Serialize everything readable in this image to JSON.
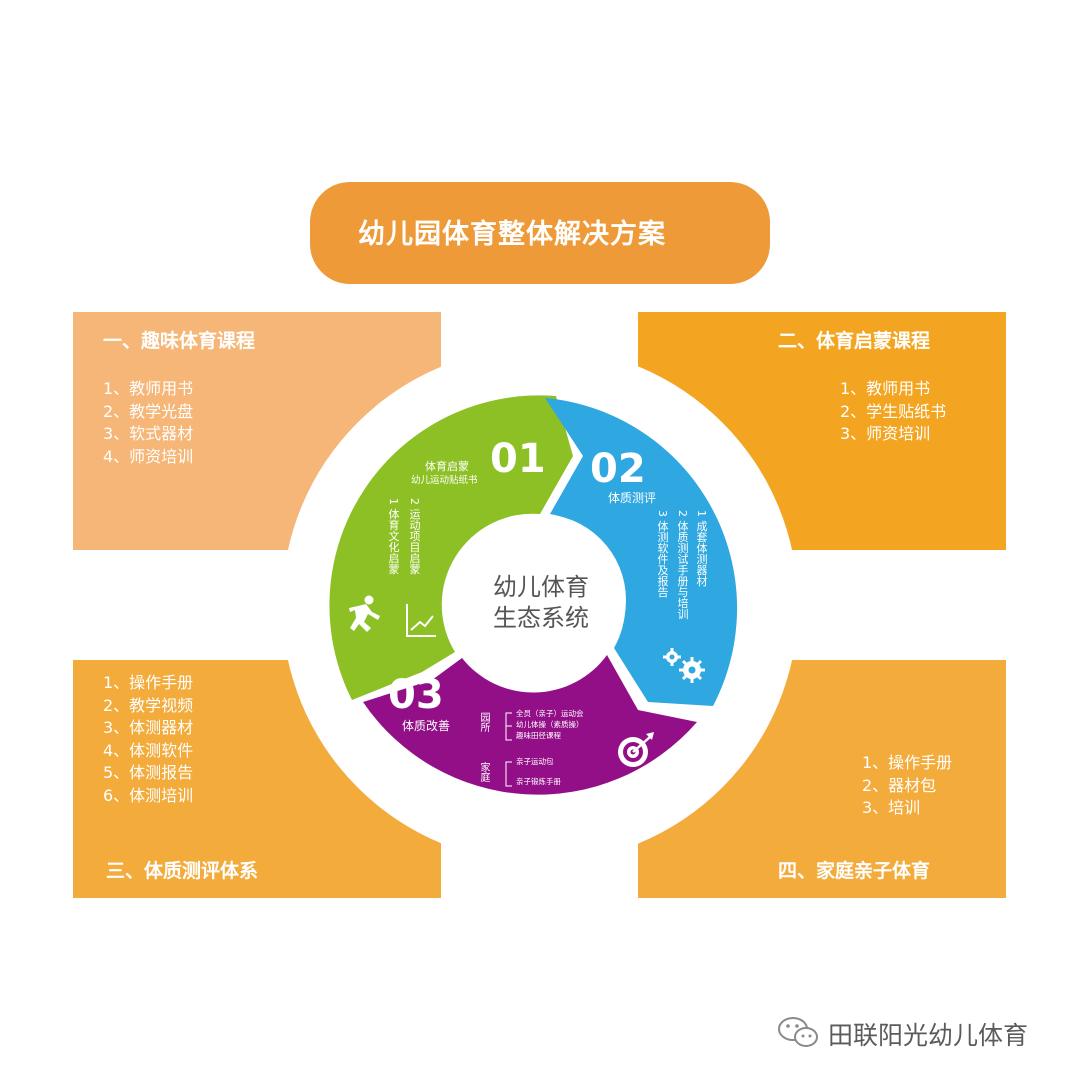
{
  "title": "幼儿园体育整体解决方案",
  "quadrants": {
    "q1": {
      "title": "一、趣味体育课程",
      "items": [
        "1、教师用书",
        "2、教学光盘",
        "3、软式器材",
        "4、师资培训"
      ]
    },
    "q2": {
      "title": "二、体育启蒙课程",
      "items": [
        "1、教师用书",
        "2、学生贴纸书",
        "3、师资培训"
      ]
    },
    "q3": {
      "title": "三、体质测评体系",
      "items": [
        "1、操作手册",
        "2、教学视频",
        "3、体测器材",
        "4、体测软件",
        "5、体测报告",
        "6、体测培训"
      ]
    },
    "q4": {
      "title": "四、家庭亲子体育",
      "items": [
        "1、操作手册",
        "2、器材包",
        "3、培训"
      ]
    }
  },
  "center": {
    "line1": "幼儿体育",
    "line2": "生态系统"
  },
  "seg01": {
    "number": "01",
    "label1": "体育启蒙",
    "label2": "幼儿运动贴纸书",
    "v1": "1 体育文化启蒙",
    "v2": "2 运动项目启蒙"
  },
  "seg02": {
    "number": "02",
    "label": "体质测评",
    "v1": "1 成套体测器材",
    "v2": "2 体质测试手册与培训",
    "v3": "3 体测软件及报告"
  },
  "seg03": {
    "number": "03",
    "label": "体质改善",
    "group1": "园所",
    "group1_items": [
      "全员（亲子）运动会",
      "幼儿体操（素质操）",
      "趣味田径课程"
    ],
    "group2": "家庭",
    "group2_items": [
      "亲子运动包",
      "亲子锻炼手册"
    ]
  },
  "colors": {
    "title": "#ef9a38",
    "q1": "#f5b677",
    "q2": "#f3a521",
    "q3": "#f3ab3c",
    "q4": "#f3ab3c",
    "green": "#8cc025",
    "blue": "#2fa7e0",
    "purple": "#930f88"
  },
  "watermark": "田联阳光幼儿体育"
}
